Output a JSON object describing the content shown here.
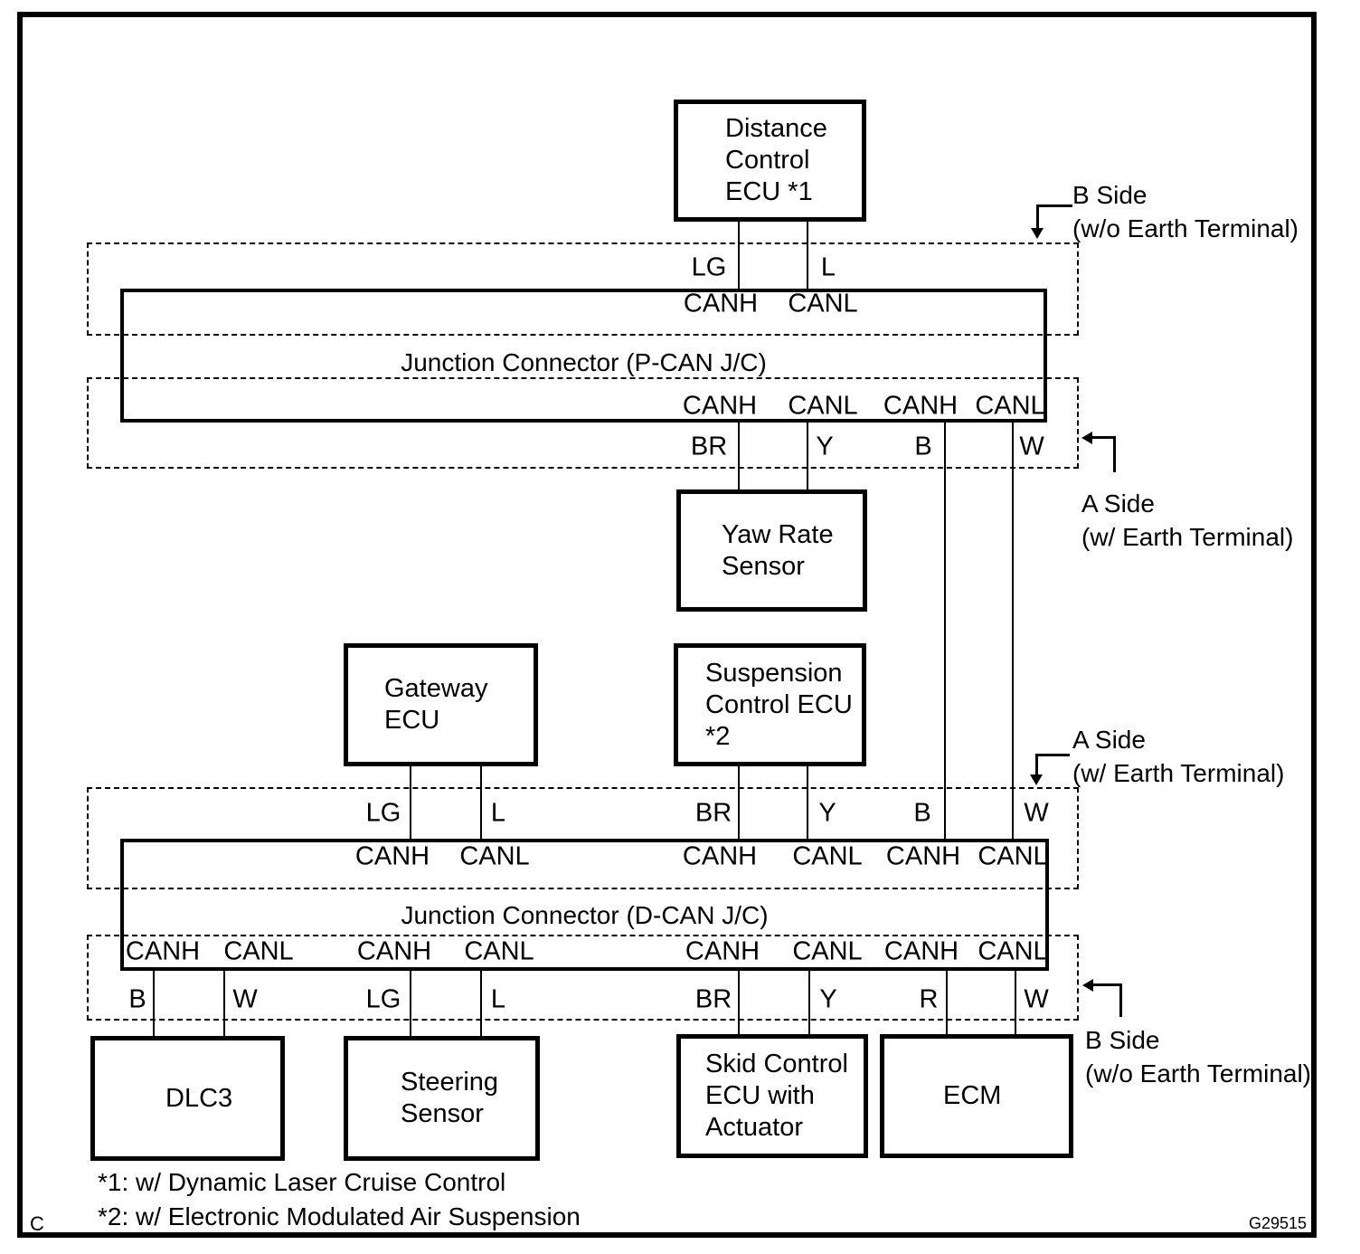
{
  "colors": {
    "ink": "#000000",
    "paper": "#ffffff"
  },
  "boxes": {
    "distance_control_ecu": [
      "Distance",
      "Control",
      "ECU *1"
    ],
    "yaw_rate_sensor": [
      "Yaw Rate",
      "Sensor"
    ],
    "gateway_ecu": [
      "Gateway",
      "ECU"
    ],
    "suspension_control_ecu": [
      "Suspension",
      "Control ECU",
      "*2"
    ],
    "dlc3": [
      "DLC3"
    ],
    "steering_sensor": [
      "Steering",
      "Sensor"
    ],
    "skid_control_ecu": [
      "Skid Control",
      "ECU with",
      "Actuator"
    ],
    "ecm": [
      "ECM"
    ]
  },
  "junctions": {
    "pcan": "Junction Connector (P-CAN J/C)",
    "dcan": "Junction Connector (D-CAN J/C)"
  },
  "pins": {
    "j1_top": [
      "CANH",
      "CANL"
    ],
    "j1_bottom": [
      "CANH",
      "CANL",
      "CANH",
      "CANL"
    ],
    "j2_top": [
      "CANH",
      "CANL",
      "CANH",
      "CANL",
      "CANH",
      "CANL"
    ],
    "j2_bottom": [
      "CANH",
      "CANL",
      "CANH",
      "CANL",
      "CANH",
      "CANL",
      "CANH",
      "CANL"
    ]
  },
  "wire_colors": {
    "above_j1": [
      "LG",
      "L"
    ],
    "below_j1": [
      "BR",
      "Y",
      "B",
      "W"
    ],
    "above_j2": [
      "LG",
      "L",
      "BR",
      "Y",
      "B",
      "W"
    ],
    "below_j2": [
      "B",
      "W",
      "LG",
      "L",
      "BR",
      "Y",
      "R",
      "W"
    ]
  },
  "side_labels": {
    "top_b": [
      "B Side",
      "(w/o Earth Terminal)"
    ],
    "a1": [
      "A Side",
      "(w/ Earth Terminal)"
    ],
    "a2": [
      "A Side",
      "(w/ Earth Terminal)"
    ],
    "bottom_b": [
      "B Side",
      "(w/o Earth Terminal)"
    ]
  },
  "footnotes": [
    "*1: w/ Dynamic Laser Cruise Control",
    "*2: w/ Electronic Modulated Air Suspension"
  ],
  "corner_mark": "C",
  "figure_code": "G29515"
}
